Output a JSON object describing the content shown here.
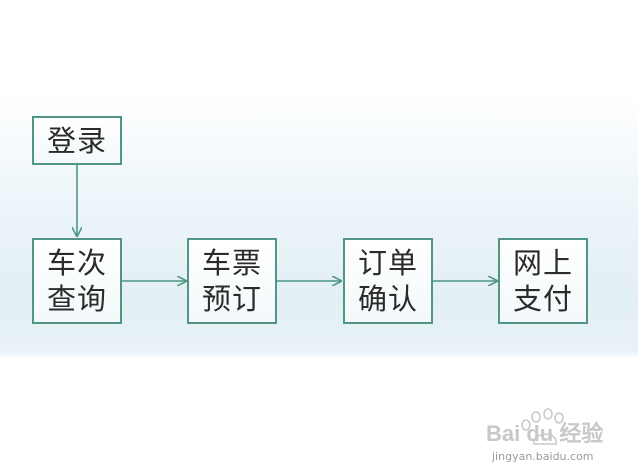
{
  "flow": {
    "login": "登录",
    "train_query": [
      "车次",
      "查询"
    ],
    "ticket_booking": [
      "车票",
      "预订"
    ],
    "order_confirm": [
      "订单",
      "确认"
    ],
    "online_payment": [
      "网上",
      "支付"
    ]
  },
  "watermark": {
    "logo_text": "Bai du 经验",
    "url": "jingyan.baidu.com"
  },
  "colors": {
    "box_border": "#4f9684",
    "arrow": "#4f9684",
    "text": "#2b2b2b"
  }
}
